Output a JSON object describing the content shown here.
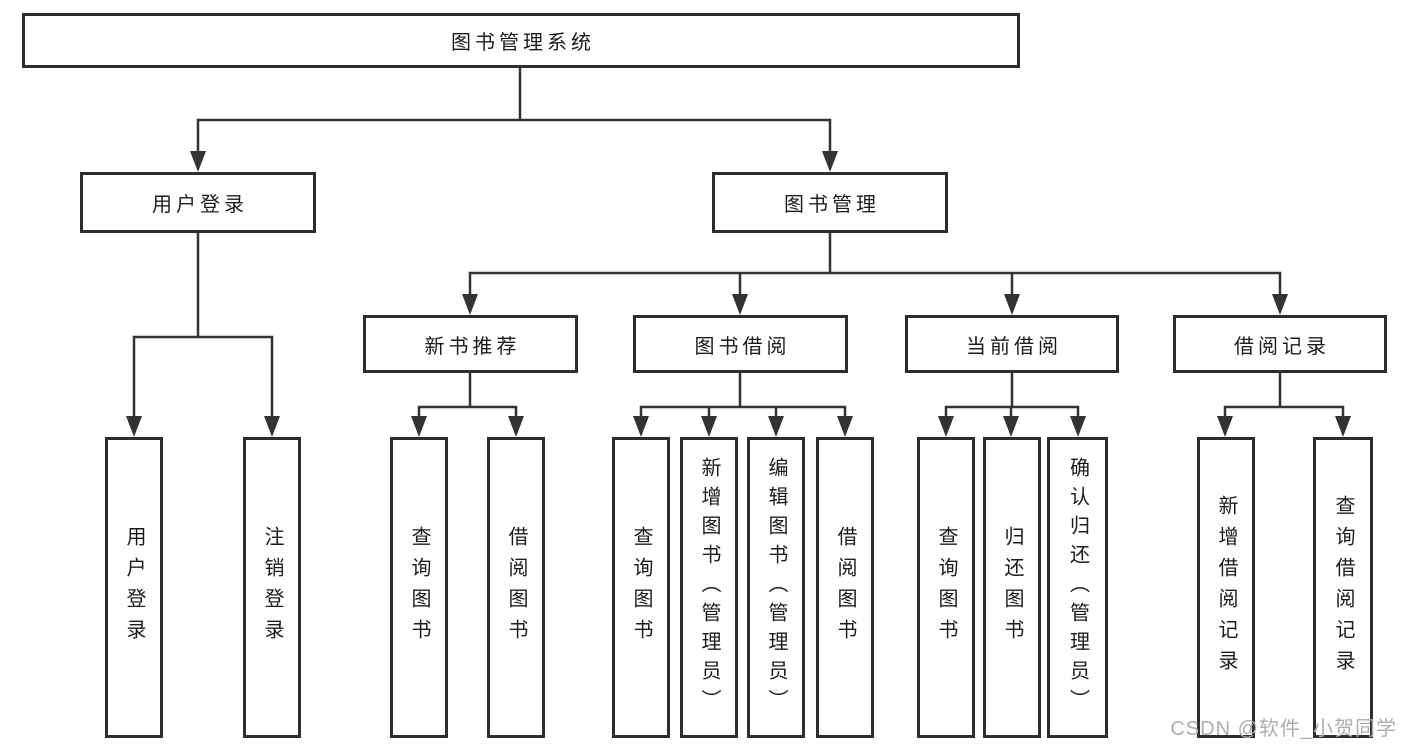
{
  "diagram": {
    "title": "图书管理系统",
    "branches": [
      {
        "label": "用户登录",
        "children": [
          {
            "label": "用户登录"
          },
          {
            "label": "注销登录"
          }
        ]
      },
      {
        "label": "图书管理",
        "children": [
          {
            "label": "新书推荐",
            "children": [
              {
                "label": "查询图书"
              },
              {
                "label": "借阅图书"
              }
            ]
          },
          {
            "label": "图书借阅",
            "children": [
              {
                "label": "查询图书"
              },
              {
                "label": "新增图书（管理员）"
              },
              {
                "label": "编辑图书（管理员）"
              },
              {
                "label": "借阅图书"
              }
            ]
          },
          {
            "label": "当前借阅",
            "children": [
              {
                "label": "查询图书"
              },
              {
                "label": "归还图书"
              },
              {
                "label": "确认归还（管理员）"
              }
            ]
          },
          {
            "label": "借阅记录",
            "children": [
              {
                "label": "新增借阅记录"
              },
              {
                "label": "查询借阅记录"
              }
            ]
          }
        ]
      }
    ]
  },
  "watermark": {
    "text": "CSDN @软件_小贺同学"
  },
  "colors": {
    "line": "#333333",
    "box_border": "#2d2d2d",
    "box_fill": "#ffffff",
    "text": "#1c1c1c",
    "watermark": "#aeaeae",
    "background": "#ffffff"
  }
}
